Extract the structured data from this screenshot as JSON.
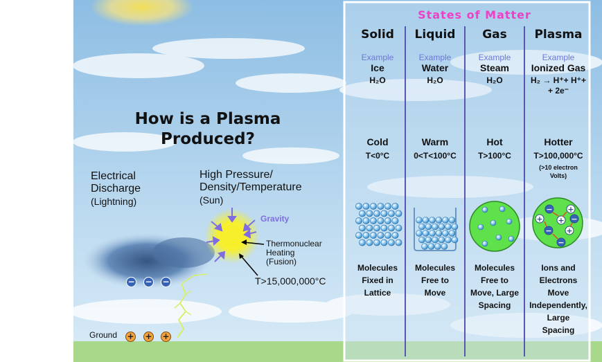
{
  "left": {
    "title_line1": "How is a Plasma",
    "title_line2": "Produced?",
    "electrical_line1": "Electrical",
    "electrical_line2": "Discharge",
    "electrical_sub": "(Lightning)",
    "pressure_line1": "High Pressure/",
    "pressure_line2": "Density/Temperature",
    "pressure_sub": "(Sun)",
    "gravity": "Gravity",
    "thermo_line1": "Thermonuclear",
    "thermo_line2": "Heating",
    "thermo_line3": "(Fusion)",
    "sun_temp": "T>15,000,000°C",
    "ground": "Ground",
    "cloud_charges": [
      "−",
      "−",
      "−"
    ],
    "ground_charges": [
      "+",
      "+",
      "+"
    ]
  },
  "panel": {
    "title": "States of Matter",
    "columns": [
      {
        "name": "Solid",
        "example_label": "Example",
        "example": "Ice",
        "formula": "H₂O",
        "temp": "Cold",
        "range": "T<0°C",
        "note": "",
        "desc": [
          "Molecules",
          "Fixed in",
          "Lattice"
        ]
      },
      {
        "name": "Liquid",
        "example_label": "Example",
        "example": "Water",
        "formula": "H₂O",
        "temp": "Warm",
        "range": "0<T<100°C",
        "note": "",
        "desc": [
          "Molecules",
          "Free to",
          "Move"
        ]
      },
      {
        "name": "Gas",
        "example_label": "Example",
        "example": "Steam",
        "formula": "H₂O",
        "temp": "Hot",
        "range": "T>100°C",
        "note": "",
        "desc": [
          "Molecules",
          "Free to",
          "Move, Large",
          "Spacing"
        ]
      },
      {
        "name": "Plasma",
        "example_label": "Example",
        "example": "Ionized Gas",
        "formula": "H₂ → H⁺+ H⁺+",
        "formula2": "+ 2e⁻",
        "temp": "Hotter",
        "range": "T>100,000°C",
        "note": "(>10 electron",
        "note2": "Volts)",
        "desc": [
          "Ions and",
          "Electrons",
          "Move",
          "Independently,",
          "Large",
          "Spacing"
        ]
      }
    ]
  },
  "colors": {
    "sky": "#9fc8e6",
    "ground": "#a8d88a",
    "title_pink": "#ee3fc7",
    "example_blue": "#6a78d6",
    "divider": "#5a55b0",
    "sun": "#f7ef2c",
    "gravity_arrow": "#7f6de0",
    "molecule": "#5aa6d9",
    "gas_disc": "#5ee14a",
    "electron": "#3763b7",
    "ion": "#ffffff",
    "charge_pos": "#f3a23c"
  }
}
